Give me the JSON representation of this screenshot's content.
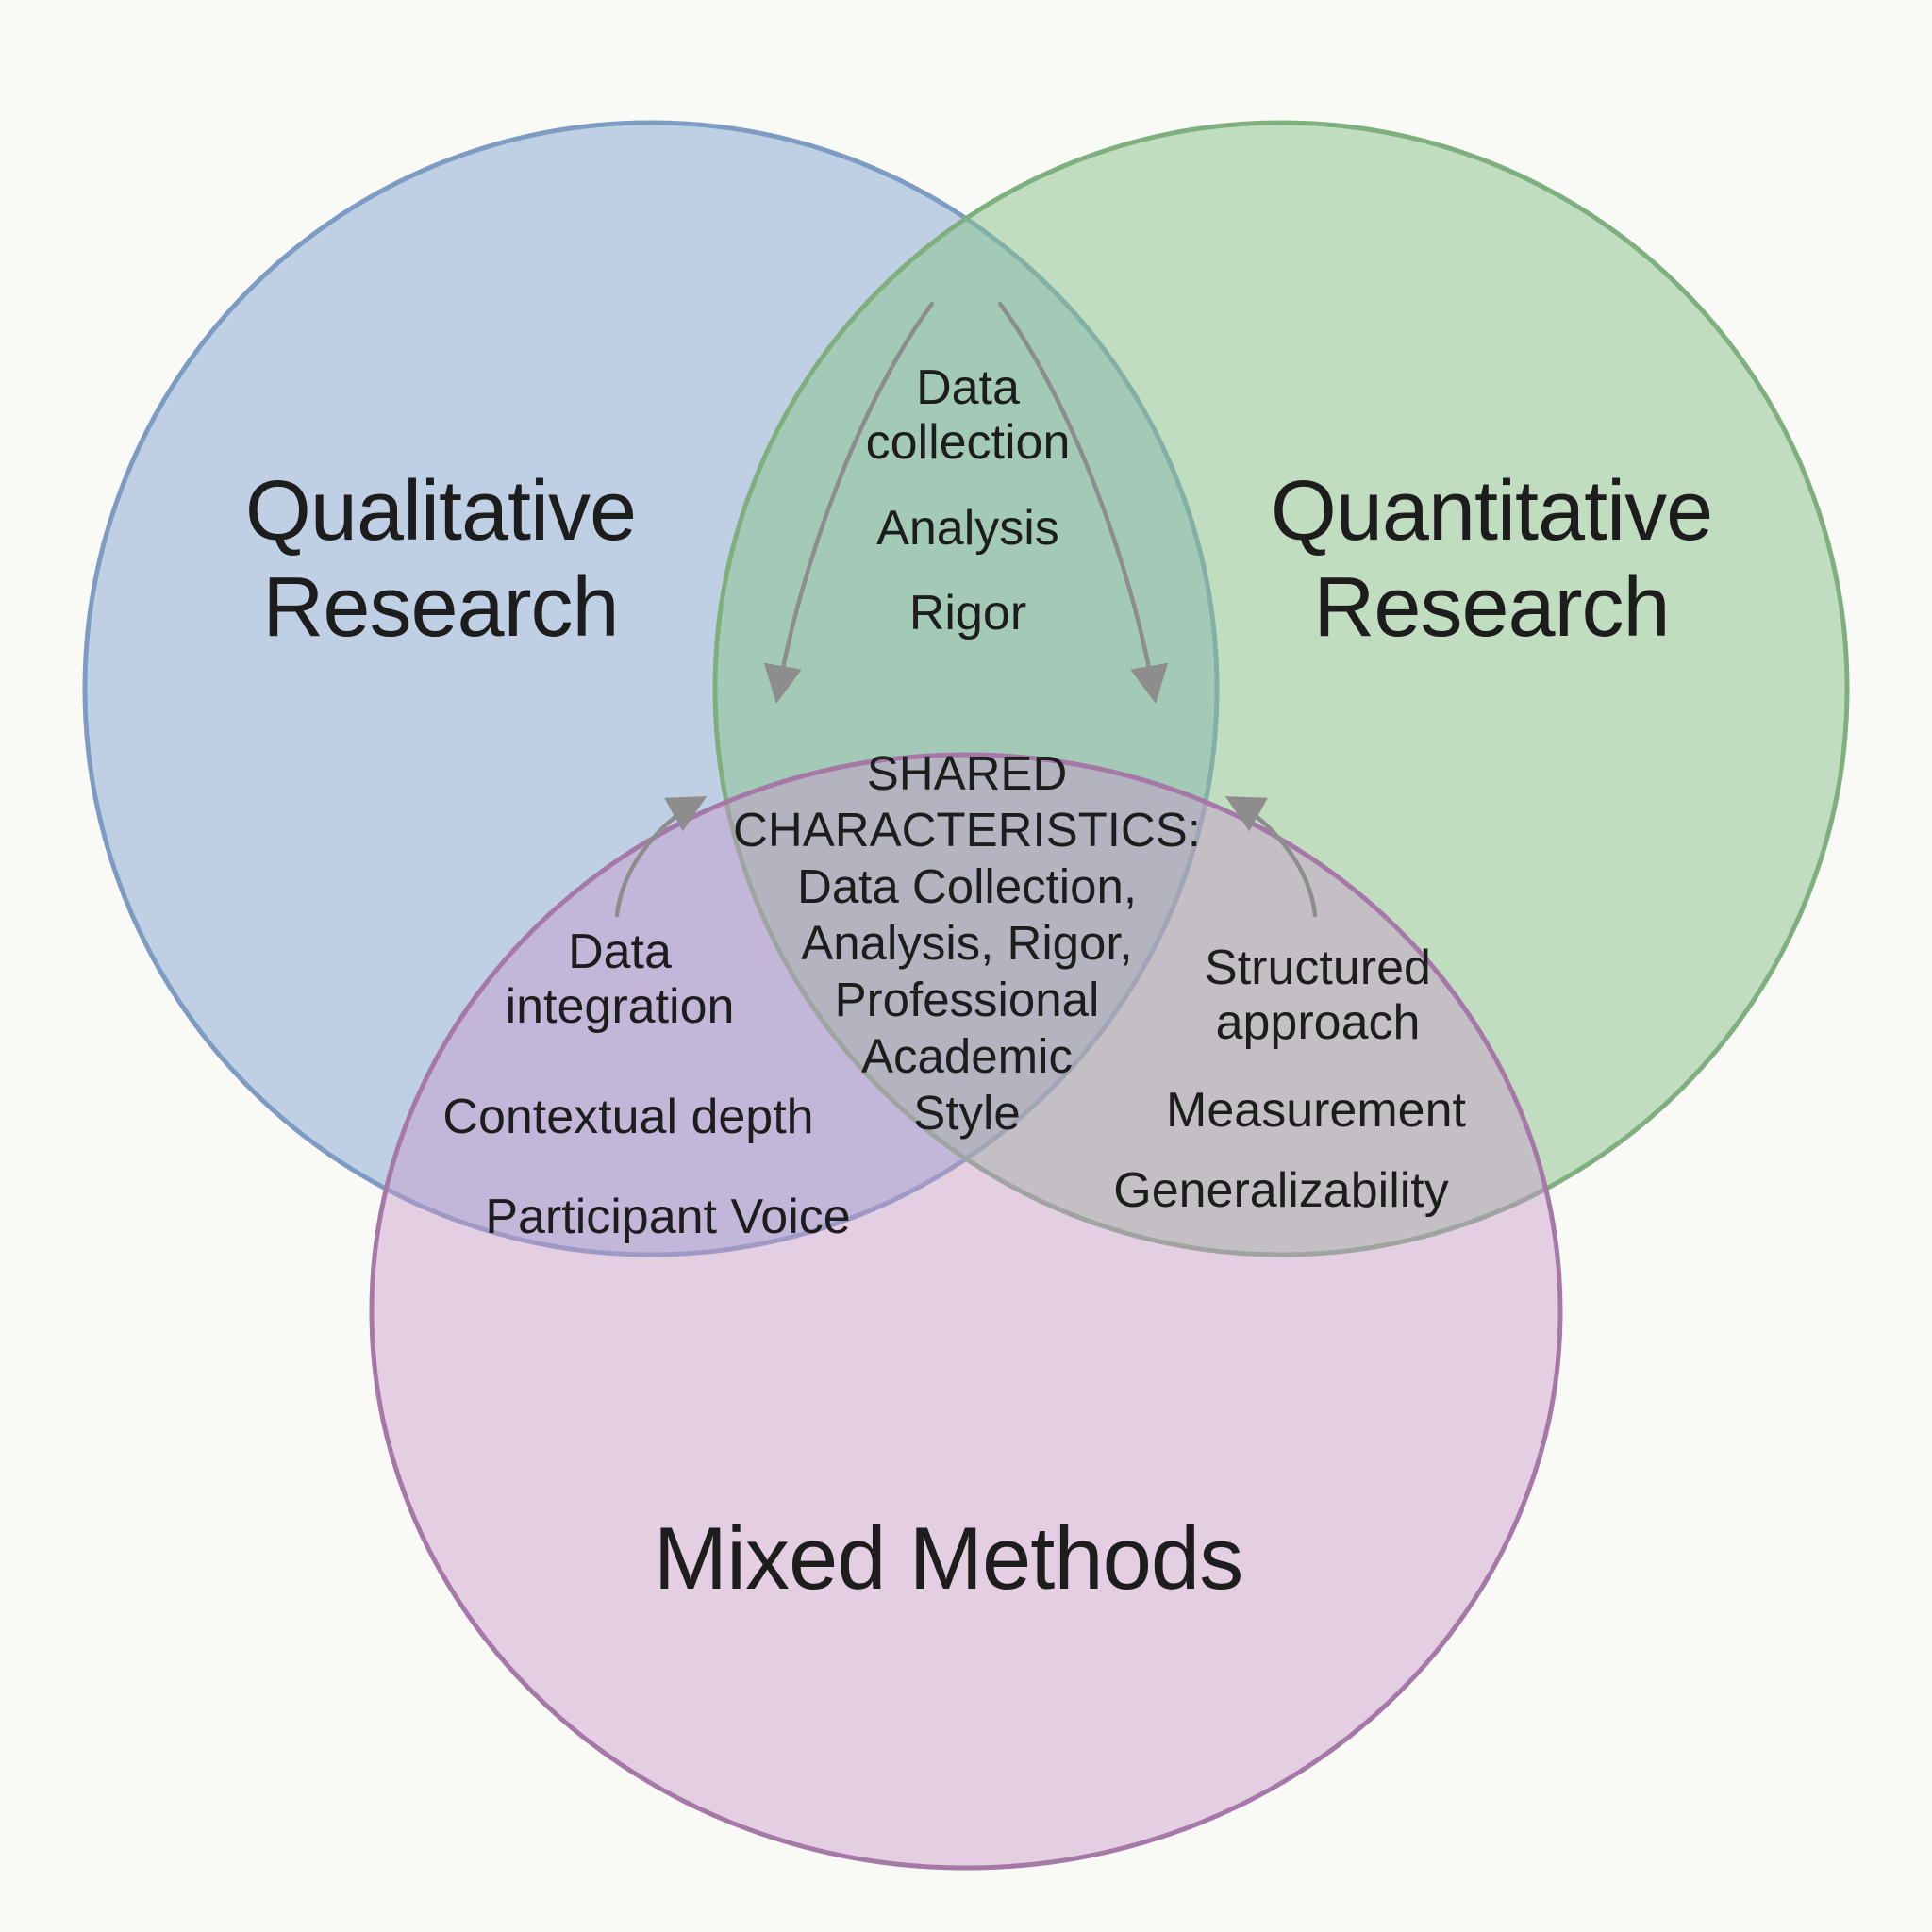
{
  "background_color": "#f9f9f6",
  "text_color": "#1d1d1d",
  "arrow_color": "#8d8d8d",
  "circles": {
    "qualitative": {
      "label": "Qualitative Research",
      "fill": "#c3d7ed",
      "border": "#7e9cc2"
    },
    "quantitative": {
      "label": "Quantitative Research",
      "fill": "#c4e2c4",
      "border": "#7fae7f"
    },
    "mixed": {
      "label": "Mixed Methods",
      "fill": "#e3cae3",
      "border": "#a678a8"
    }
  },
  "regions": {
    "qualitative_quantitative": {
      "items": [
        "Data collection",
        "Analysis",
        "Rigor"
      ]
    },
    "qualitative_mixed": {
      "items": [
        "Data integration",
        "Contextual depth",
        "Participant Voice"
      ]
    },
    "quantitative_mixed": {
      "items": [
        "Structured approach",
        "Measurement",
        "Generalizability"
      ]
    },
    "center": {
      "lines": [
        "SHARED",
        "CHARACTERISTICS:",
        "Data Collection,",
        "Analysis, Rigor,",
        "Professional",
        "Academic",
        "Style"
      ]
    }
  }
}
